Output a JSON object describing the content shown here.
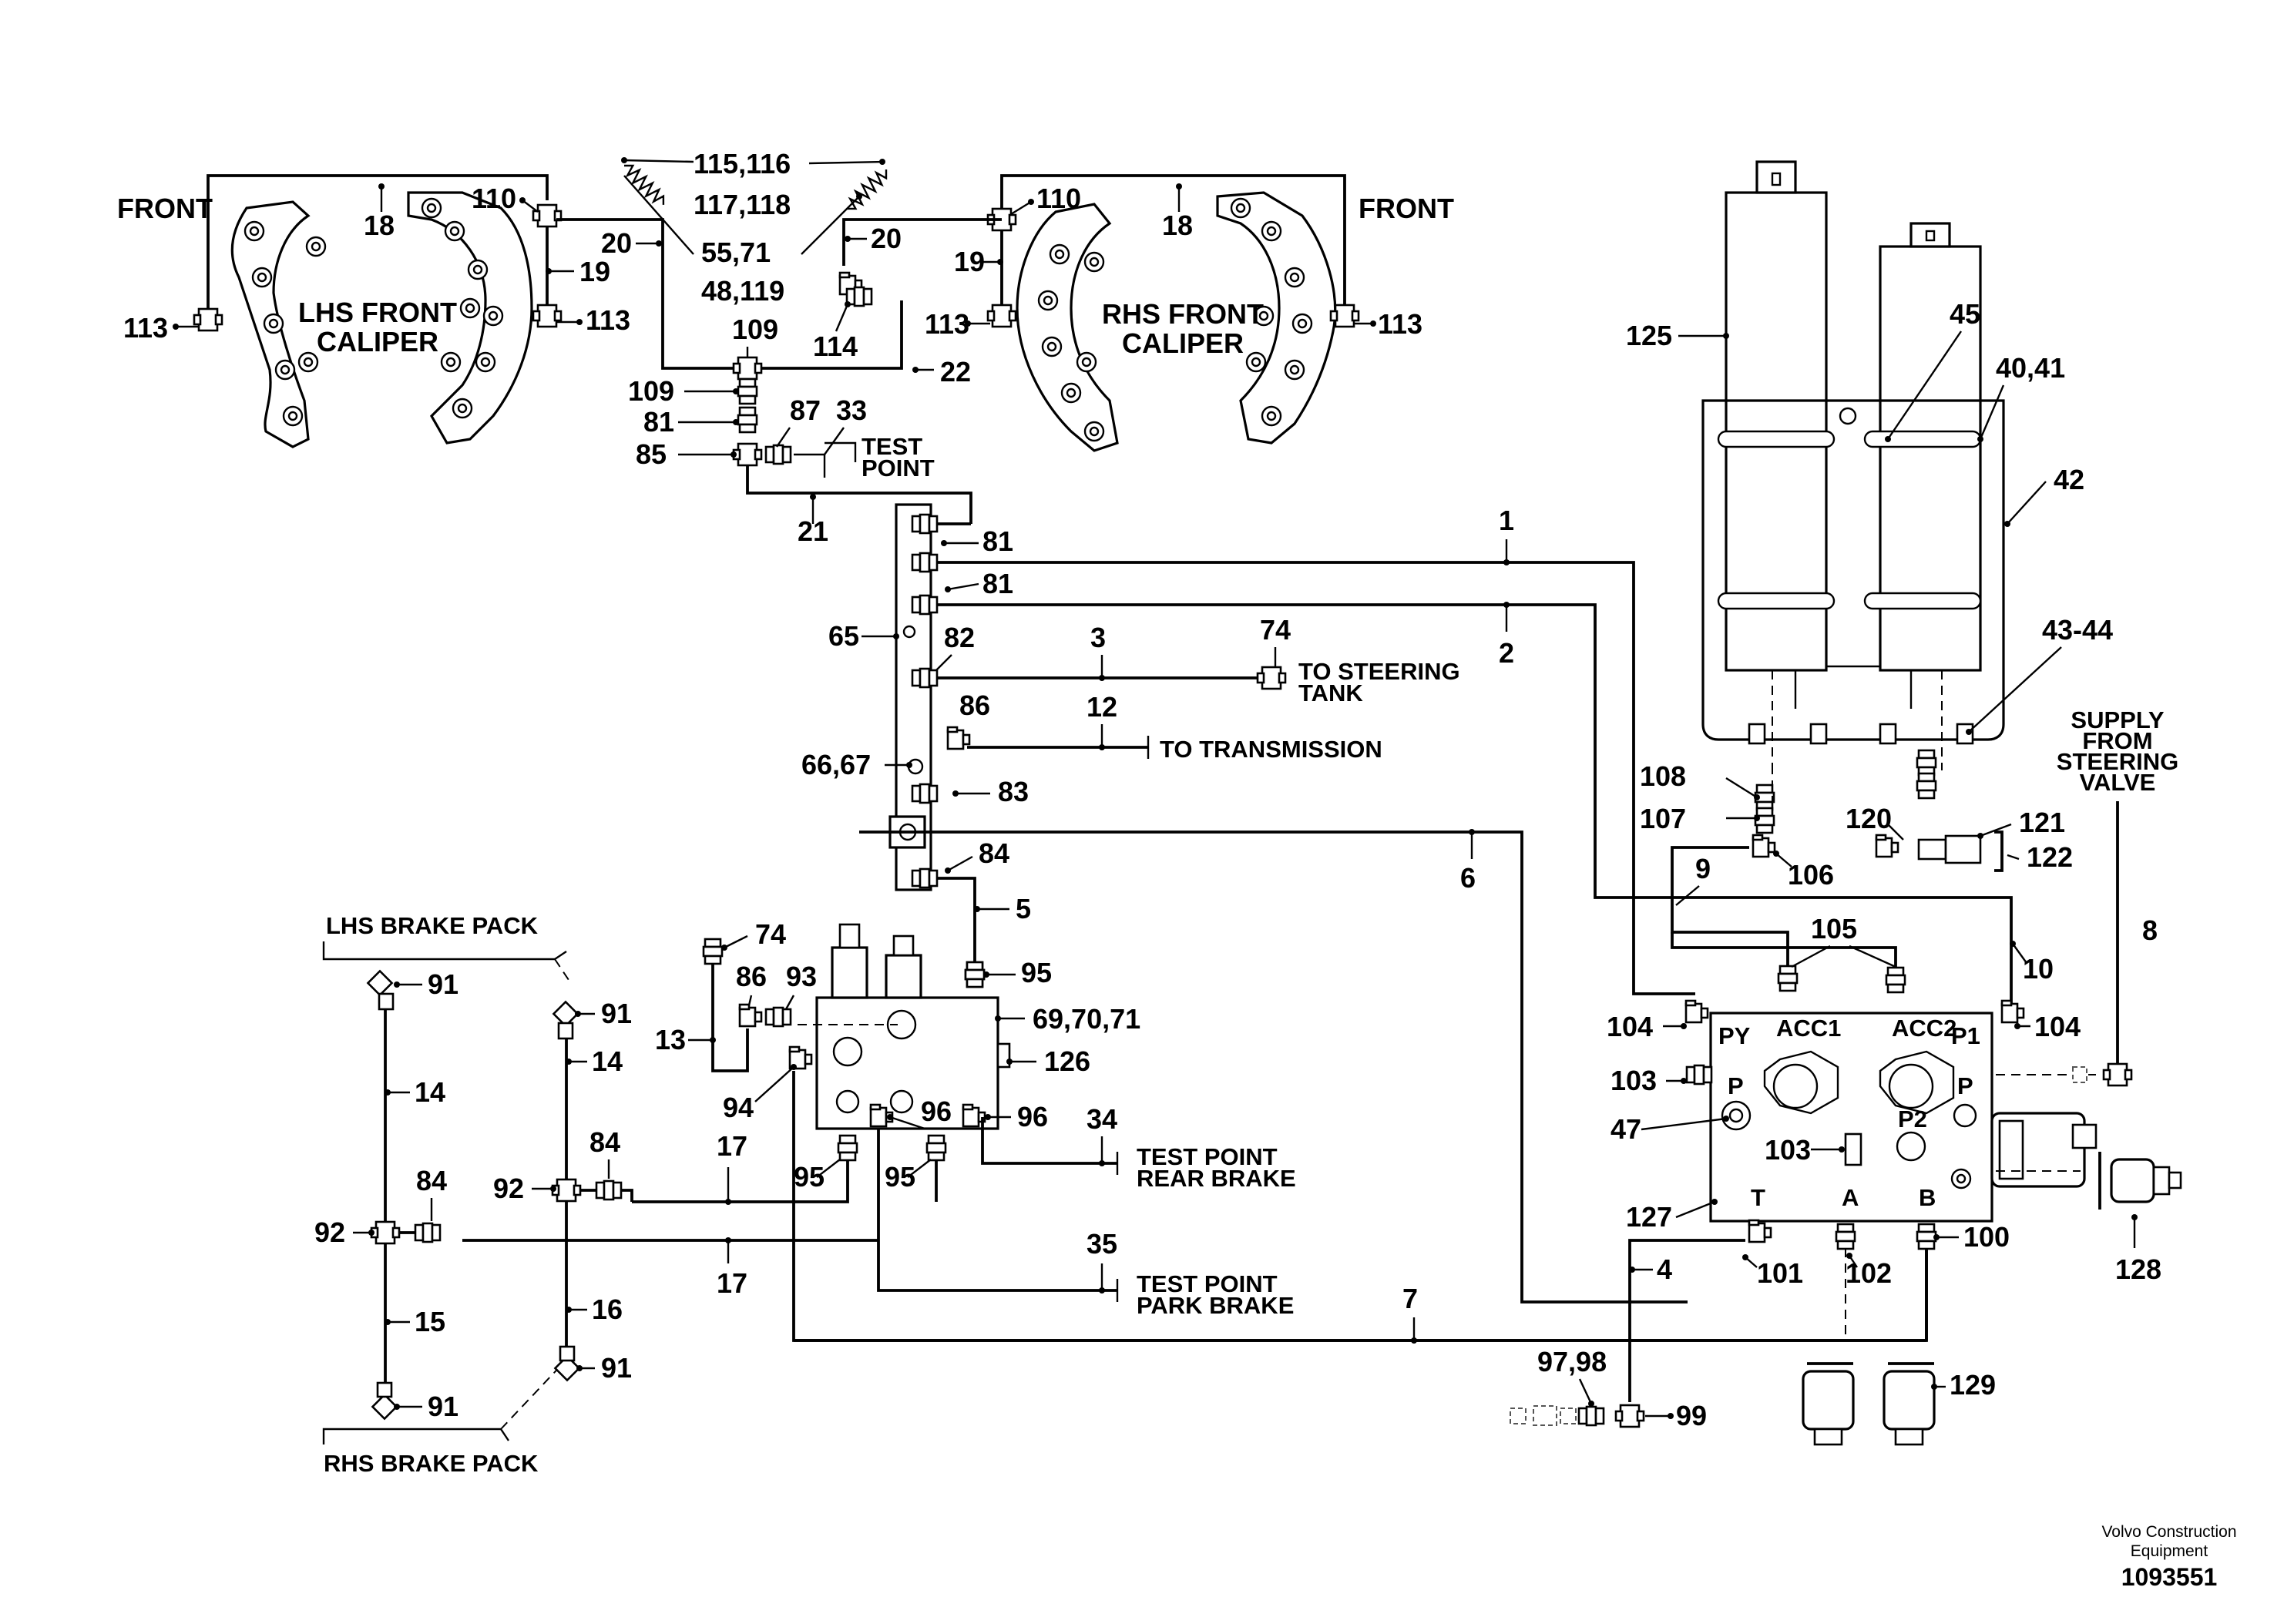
{
  "diagram": {
    "footer": {
      "company_line1": "Volvo Construction",
      "company_line2": "Equipment",
      "drawing_number": "1093551"
    },
    "lhs_caliper": {
      "label1": "LHS FRONT",
      "label2": "CALIPER",
      "front": "FRONT",
      "n_left": "113",
      "n_right": "113",
      "n_top": "18",
      "n_fit": "110",
      "n_pipe": "19"
    },
    "rhs_caliper": {
      "label1": "RHS FRONT",
      "label2": "CALIPER",
      "front": "FRONT",
      "n_left": "113",
      "n_right": "113",
      "n_top": "18",
      "n_fit": "110",
      "n_pipe": "19"
    },
    "springs": {
      "n1": "115,116",
      "n2": "117,118",
      "n3": "55,71",
      "n4": "48,119"
    },
    "top": {
      "n20a": "20",
      "n20b": "20",
      "n109a": "109",
      "n109b": "109",
      "n114": "114",
      "n22": "22",
      "n81": "81",
      "n87": "87",
      "n33": "33",
      "n85": "85",
      "test1": "TEST",
      "test2": "POINT",
      "n21": "21"
    },
    "manifold": {
      "n81a": "81",
      "n81b": "81",
      "n65": "65",
      "n82": "82",
      "n3": "3",
      "n74": "74",
      "tank1": "TO STEERING",
      "tank2": "TANK",
      "n86": "86",
      "n12": "12",
      "trans": "TO TRANSMISSION",
      "n6667": "66,67",
      "n83": "83",
      "n84": "84",
      "n5": "5",
      "n1": "1",
      "n2": "2",
      "n6": "6"
    },
    "accumulators": {
      "n125": "125",
      "n45": "45",
      "n4041": "40,41",
      "n42": "42",
      "n4344": "43-44"
    },
    "supply": {
      "l1": "SUPPLY",
      "l2": "FROM",
      "l3": "STEERING",
      "l4": "VALVE",
      "n8": "8"
    },
    "charge_valve": {
      "n108": "108",
      "n107": "107",
      "n120": "120",
      "n121": "121",
      "n9": "9",
      "n106": "106",
      "n122": "122",
      "n105": "105",
      "n10": "10",
      "n104a": "104",
      "n104b": "104",
      "py": "PY",
      "acc1": "ACC1",
      "acc2": "ACC2",
      "p1": "P1",
      "n103a": "103",
      "p_left": "P",
      "p_right": "P",
      "n47": "47",
      "n103b": "103",
      "p2": "P2",
      "n127": "127",
      "t": "T",
      "a": "A",
      "b": "B",
      "n4": "4",
      "n101": "101",
      "n102": "102",
      "n100": "100",
      "n128": "128",
      "n9798": "97,98",
      "n99": "99",
      "n129": "129",
      "n7": "7"
    },
    "brake_valve": {
      "n74": "74",
      "n86": "86",
      "n93": "93",
      "n13": "13",
      "n697071": "69,70,71",
      "n126": "126",
      "n94": "94",
      "n96a": "96",
      "n96b": "96",
      "n34": "34",
      "rear1": "TEST POINT",
      "rear2": "REAR BRAKE",
      "n95a": "95",
      "n95b": "95",
      "n95c": "95",
      "n35": "35",
      "park1": "TEST POINT",
      "park2": "PARK BRAKE",
      "n17a": "17",
      "n17b": "17"
    },
    "brake_packs": {
      "lhs": "LHS BRAKE PACK",
      "rhs": "RHS BRAKE PACK",
      "n91a": "91",
      "n91b": "91",
      "n91c": "91",
      "n91d": "91",
      "n14a": "14",
      "n14b": "14",
      "n84a": "84",
      "n84b": "84",
      "n92a": "92",
      "n92b": "92",
      "n15": "15",
      "n16": "16"
    }
  }
}
